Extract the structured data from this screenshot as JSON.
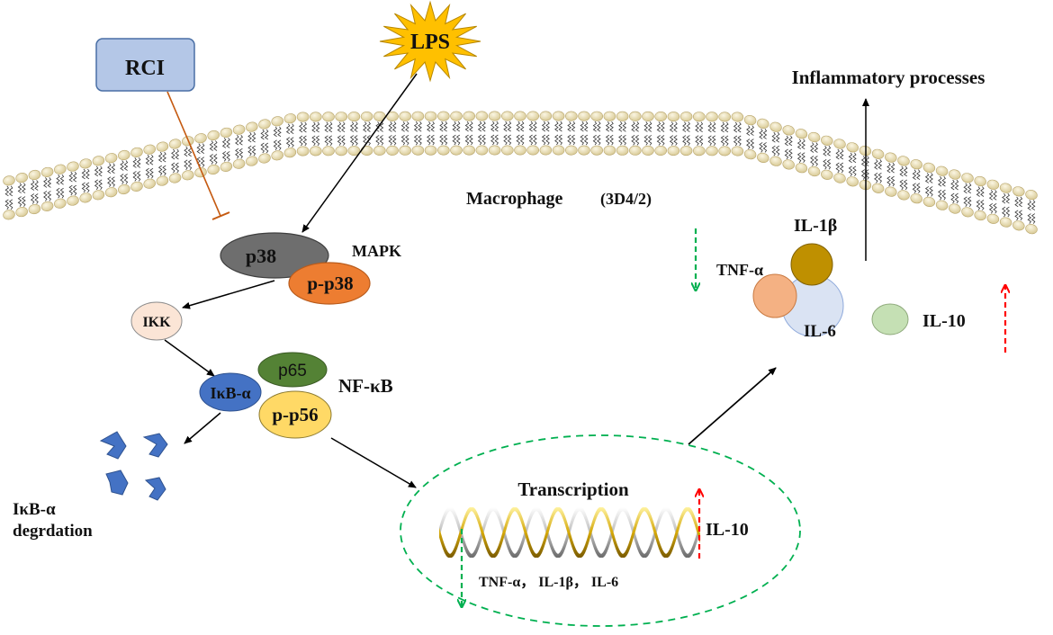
{
  "labels": {
    "rci": "RCI",
    "lps": "LPS",
    "inflammatory": "Inflammatory processes",
    "macrophage": "Macrophage",
    "macrophage_line": "(3D4/2)",
    "p38": "p38",
    "pp38": "p-p38",
    "mapk": "MAPK",
    "ikk": "IKK",
    "p65": "p65",
    "ikba": "IκB-α",
    "pp56": "p-p56",
    "nfkb": "NF-κB",
    "ikba_deg_line1": "IκB-α",
    "ikba_deg_line2": "degrdation",
    "transcription": "Transcription",
    "il10_nucleus": "IL-10",
    "genes_down": "TNF-α， IL-1β， IL-6",
    "il1b": "IL-1β",
    "tnfa": "TNF-α",
    "il6": "IL-6",
    "il10": "IL-10"
  },
  "colors": {
    "rci_box": "#b4c7e7",
    "rci_border": "#4a6fa5",
    "lps_star": "#ffc000",
    "inhibit_line": "#c55a11",
    "p38": "#6e6e6e",
    "pp38": "#ed7d31",
    "ikk": "#fbe5d6",
    "p65": "#548235",
    "ikba": "#4472c4",
    "pp56": "#ffd966",
    "il1b": "#bf9000",
    "tnfa": "#f4b183",
    "il6": "#dae3f3",
    "il10": "#c5e0b4",
    "up_arrow": "#ff0000",
    "down_arrow": "#00b050",
    "nucleus_border": "#00b050",
    "lipid_head": "#e8dcb5"
  }
}
